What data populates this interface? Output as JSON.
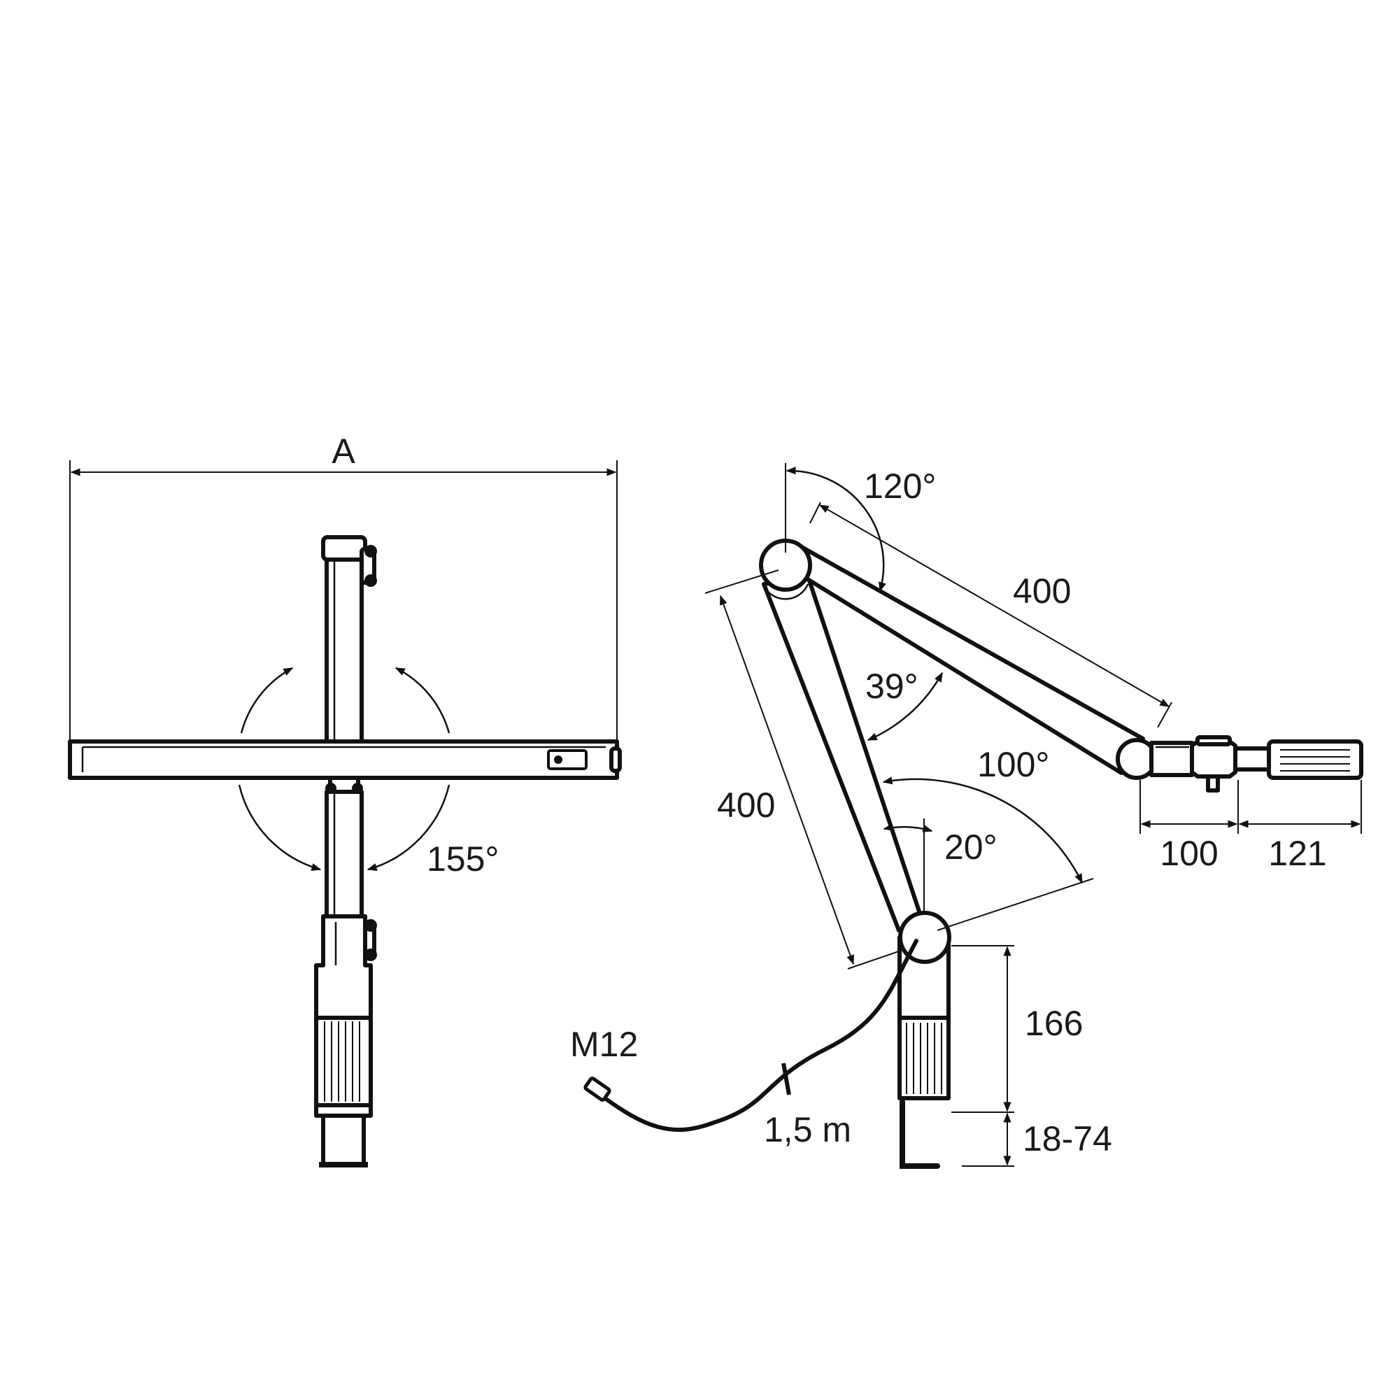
{
  "labels": {
    "width": "A",
    "swivel_angle": "155°",
    "upper_arm_angle": "120°",
    "upper_arm_length": "400",
    "inter_arm_angle": "39°",
    "base_rotation_angle": "100°",
    "lower_arm_length": "400",
    "tilt_angle": "20°",
    "head_length": "100",
    "head_grip_length": "121",
    "clamp_height": "166",
    "clamp_range": "18-74",
    "connector": "M12",
    "cable_length": "1,5 m"
  }
}
